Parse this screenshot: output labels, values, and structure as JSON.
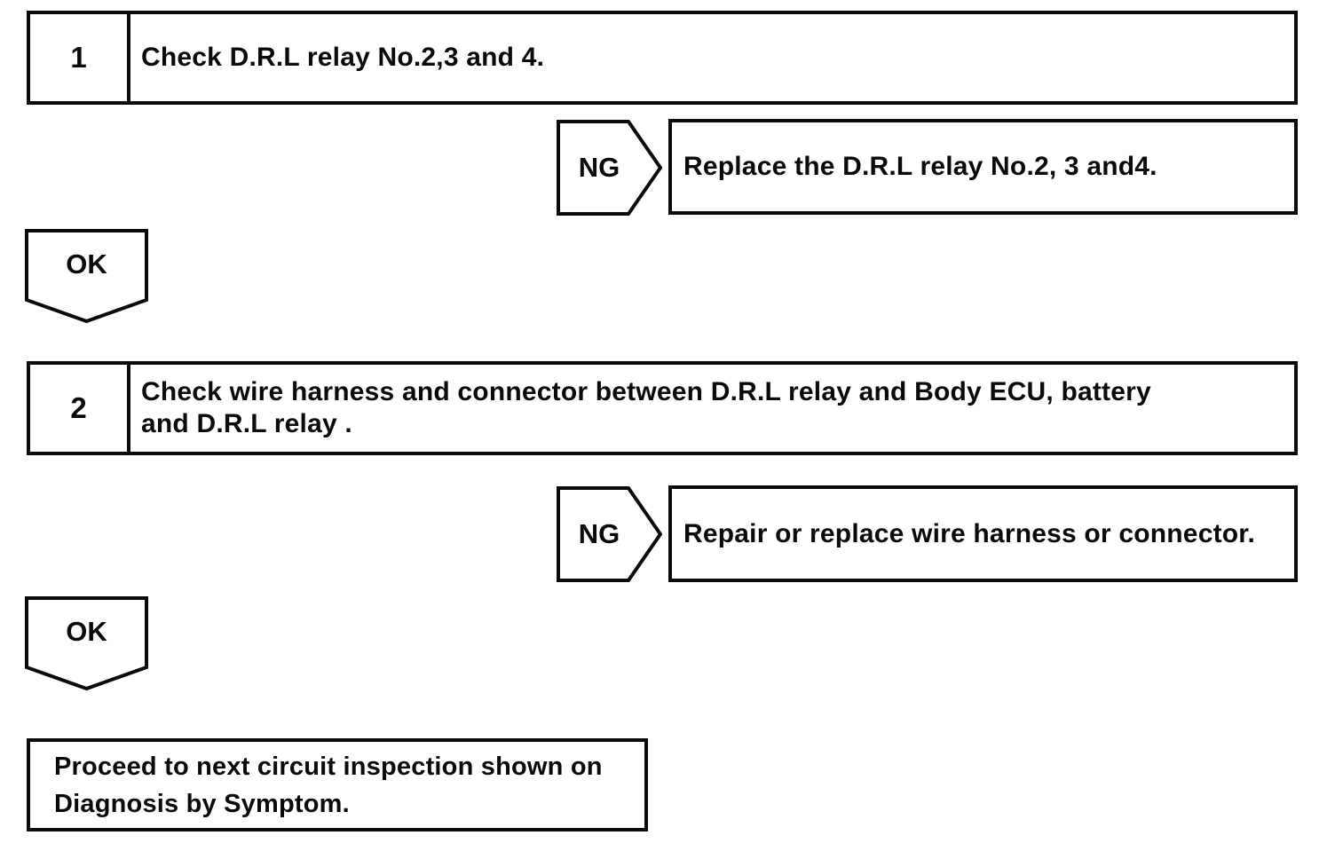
{
  "flowchart": {
    "steps": [
      {
        "number": "1",
        "instruction_lines": [
          "Check D.R.L relay No.2,3 and 4."
        ],
        "ng": {
          "label": "NG",
          "action": "Replace the D.R.L relay No.2, 3 and4."
        },
        "ok": {
          "label": "OK"
        }
      },
      {
        "number": "2",
        "instruction_lines": [
          "Check wire harness and connector between D.R.L relay and Body ECU, battery",
          "and D.R.L relay ."
        ],
        "ng": {
          "label": "NG",
          "action": "Repair or replace wire harness or connector."
        },
        "ok": {
          "label": "OK"
        }
      }
    ],
    "end": {
      "lines": [
        "Proceed to next circuit inspection shown on",
        "Diagnosis by Symptom."
      ]
    },
    "colors": {
      "line": "#0a0a0a",
      "background": "#ffffff"
    }
  }
}
